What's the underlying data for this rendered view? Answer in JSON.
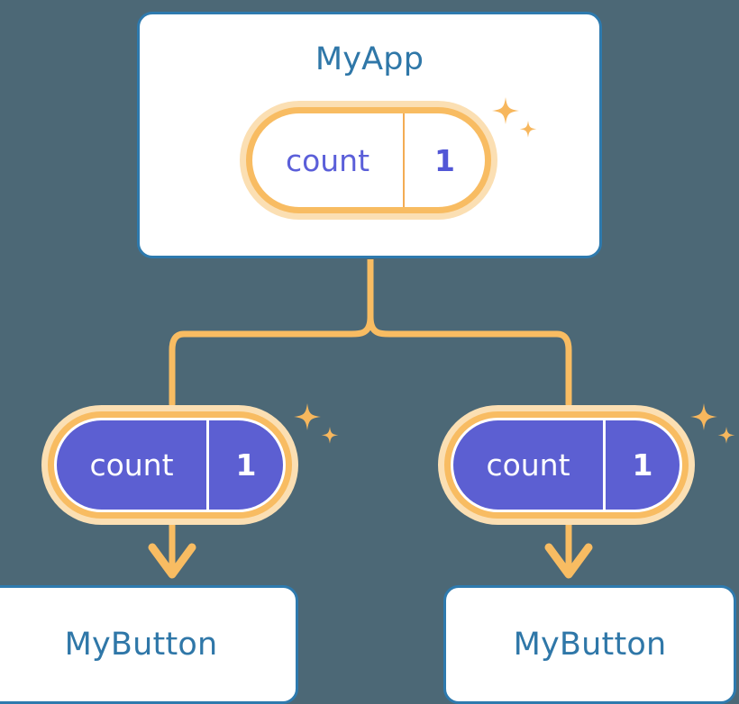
{
  "diagram": {
    "type": "component-state-tree",
    "background_color": "#4c6876",
    "accent_orange": "#f8bc62",
    "accent_orange_pale": "#fbdfb3",
    "accent_blue": "#2e7aae",
    "accent_indigo": "#5c5fd2",
    "title_color": "#2f77a8"
  },
  "root": {
    "title": "MyApp",
    "state": {
      "key": "count",
      "value": "1"
    },
    "sparkle_icon": "sparkles-icon"
  },
  "branches": [
    {
      "state": {
        "key": "count",
        "value": "1"
      },
      "sparkle_icon": "sparkles-icon",
      "child": {
        "title": "MyButton"
      },
      "arrow_icon": "arrow-down-icon"
    },
    {
      "state": {
        "key": "count",
        "value": "1"
      },
      "sparkle_icon": "sparkles-icon",
      "child": {
        "title": "MyButton"
      },
      "arrow_icon": "arrow-down-icon"
    }
  ]
}
